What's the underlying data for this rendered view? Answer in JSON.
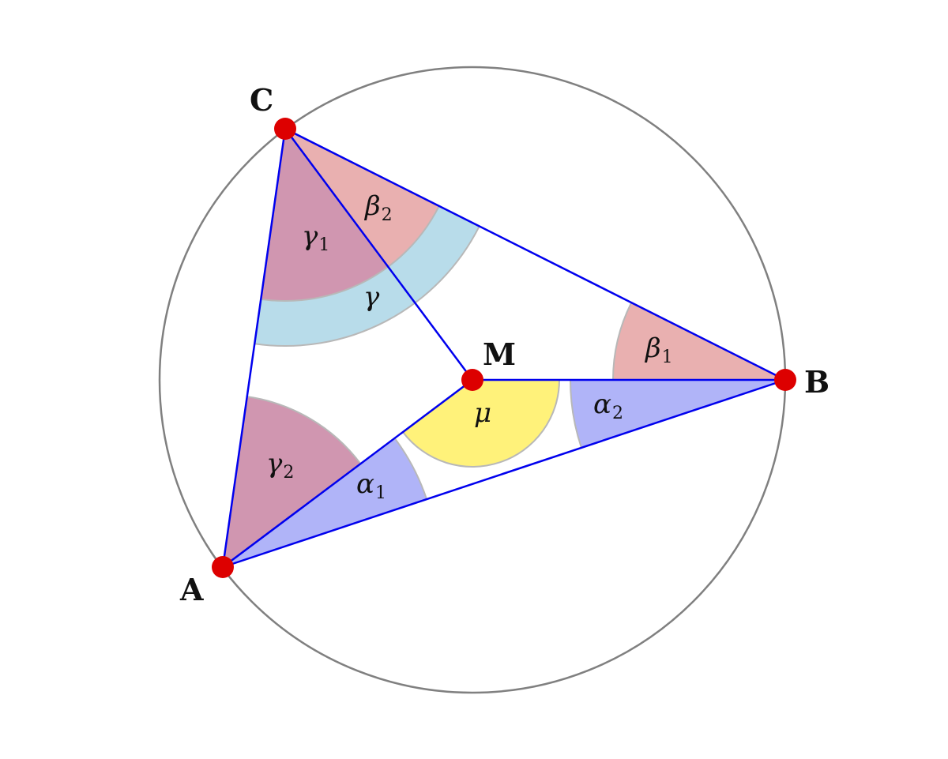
{
  "points": {
    "A": {
      "label": "A"
    },
    "B": {
      "label": "B"
    },
    "C": {
      "label": "C"
    },
    "M": {
      "label": "M"
    }
  },
  "angles": {
    "gamma": {
      "letter": "γ",
      "sub": ""
    },
    "gamma1": {
      "letter": "γ",
      "sub": "1"
    },
    "gamma2": {
      "letter": "γ",
      "sub": "2"
    },
    "beta1": {
      "letter": "β",
      "sub": "1"
    },
    "beta2": {
      "letter": "β",
      "sub": "2"
    },
    "alpha1": {
      "letter": "α",
      "sub": "1"
    },
    "alpha2": {
      "letter": "α",
      "sub": "2"
    },
    "mu": {
      "letter": "μ",
      "sub": ""
    }
  },
  "colors": {
    "circle": "#808080",
    "triangle_lines": "#0000ee",
    "points": "#dd0000",
    "alpha_fill": "#b0b4f8",
    "beta_fill": "#e9b0b0",
    "gamma_fill": "#d096b0",
    "gamma_total_fill": "#b8dcea",
    "mu_fill": "#fff27a",
    "arc_stroke": "#b8b8b8"
  }
}
